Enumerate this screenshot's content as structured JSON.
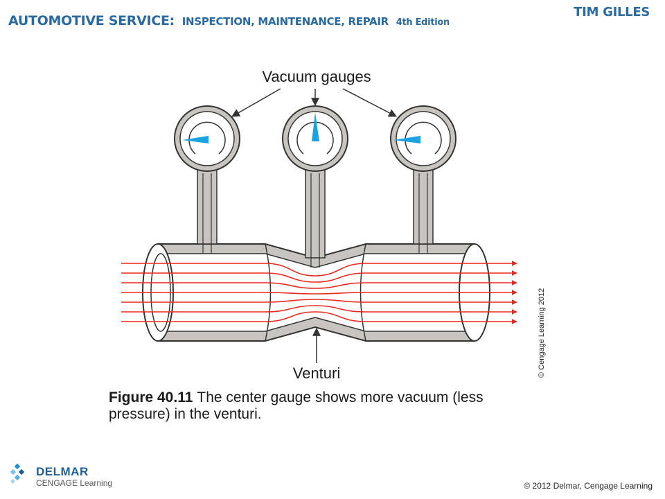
{
  "header": {
    "title_main": "AUTOMOTIVE SERVICE:",
    "title_sub": "INSPECTION, MAINTENANCE, REPAIR",
    "edition": "4th Edition",
    "author": "TIM GILLES"
  },
  "diagram": {
    "label_top": "Vacuum gauges",
    "label_bottom": "Venturi",
    "side_credit": "© Cengage Learning 2012",
    "colors": {
      "flow": "#e8281e",
      "needle": "#1aa3e0",
      "tube_fill": "#c8c4c0",
      "outline": "#333333"
    }
  },
  "caption": {
    "figure_number": "Figure 40.11",
    "text": "The center gauge shows more vacuum (less pressure) in the venturi."
  },
  "footer": {
    "logo_top": "DELMAR",
    "logo_bottom": "CENGAGE Learning",
    "copyright": "© 2012 Delmar, Cengage Learning"
  }
}
